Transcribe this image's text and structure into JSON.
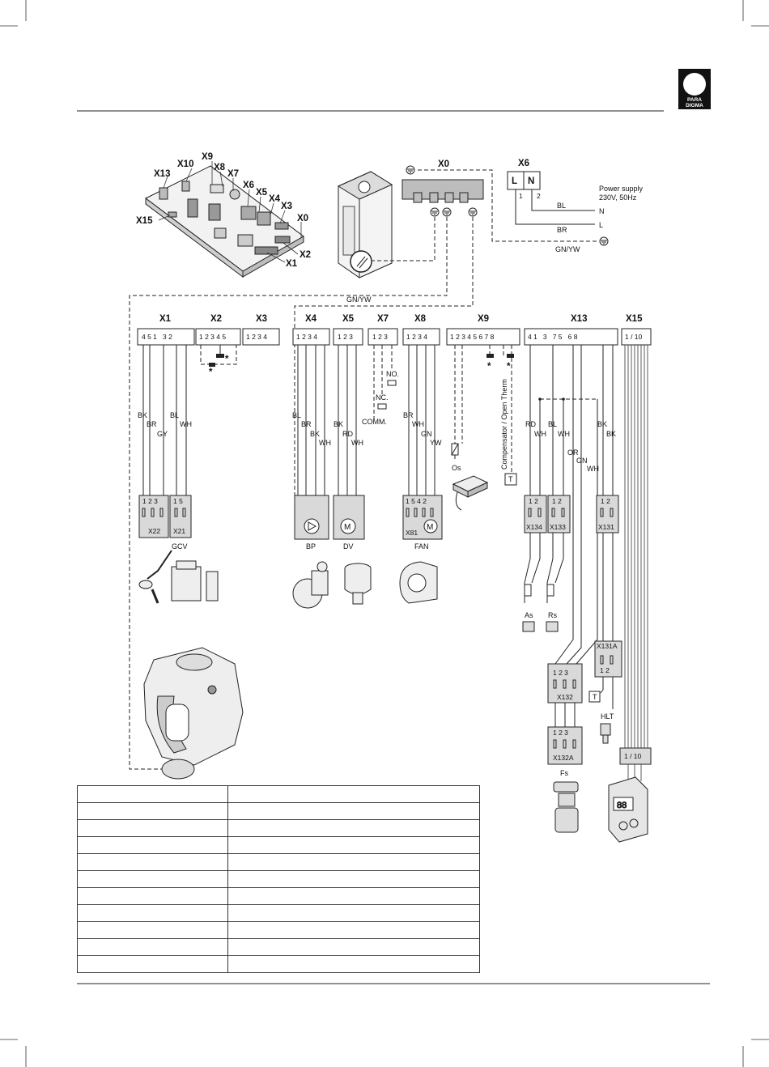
{
  "brand": {
    "logo_line1": "PARA",
    "logo_line2": "DIGMA"
  },
  "board": {
    "connectors": [
      "X13",
      "X10",
      "X9",
      "X8",
      "X7",
      "X6",
      "X5",
      "X4",
      "X3",
      "X0",
      "X15",
      "X2",
      "X1"
    ]
  },
  "earth": {
    "label_x0": "X0",
    "label_x6": "X6",
    "x6_l": "L",
    "x6_n": "N",
    "pin1": "1",
    "pin2": "2",
    "power_line1": "Power supply",
    "power_line2": "230V, 50Hz",
    "wire_bl": "BL",
    "wire_br": "BR",
    "term_n": "N",
    "term_l": "L",
    "wire_gnyw": "GN/YW",
    "bus_gnyw": "GN/YW"
  },
  "headers": [
    "X1",
    "X2",
    "X3",
    "X4",
    "X5",
    "X7",
    "X8",
    "X9",
    "X13",
    "X15"
  ],
  "pins": {
    "x1": "4 5 1   3 2",
    "x2": "1 2 3 4 5",
    "x3": "1 2 3 4",
    "x4": "1 2 3 4",
    "x5": "1 2 3",
    "x7": "1 2 3",
    "x8": "1 2 3 4",
    "x9": "1 2 3 4 5 6 7 8",
    "x13": "4 1   3   7 5   6 8",
    "x15": "1 / 10"
  },
  "wires": {
    "x1": [
      "BK",
      "BR",
      "GY",
      "BL",
      "WH"
    ],
    "x4": [
      "BL",
      "BR",
      "BK",
      "WH"
    ],
    "x5": [
      "BK",
      "RD",
      "WH"
    ],
    "x7": [
      "NO.",
      "NC.",
      "COMM."
    ],
    "x8": [
      "BR",
      "WH",
      "GN",
      "YW"
    ],
    "x13": [
      "RD",
      "WH",
      "BL",
      "WH",
      "BK",
      "BK",
      "OR",
      "GN",
      "WH"
    ],
    "x9_text": "Compensator / Open Therm",
    "star": "*"
  },
  "components": {
    "x22": {
      "pins": "1 2 3",
      "label": "X22"
    },
    "x21": {
      "pins": "1 5",
      "label": "X21"
    },
    "gcv": "GCV",
    "bp": "BP",
    "dv": "DV",
    "x81": {
      "pins": "1 5 4 2",
      "label": "X81"
    },
    "fan": "FAN",
    "os": "Os",
    "t": "T",
    "x134": {
      "pins": "1 2",
      "label": "X134"
    },
    "x133": {
      "pins": "1 2",
      "label": "X133"
    },
    "x131": {
      "pins": "1 2",
      "label": "X131"
    },
    "as": "As",
    "rs": "Rs",
    "x131a": {
      "pins": "1 2",
      "label": "X131A"
    },
    "x132": {
      "pins": "1 2 3",
      "label": "X132"
    },
    "x132a": {
      "pins": "1 2 3",
      "label": "X132A"
    },
    "hlt": "HLT",
    "hlt_t": "T",
    "fs": "Fs",
    "x15_bottom": "1 / 10",
    "display_digits": "88"
  },
  "legend_rows": [
    [
      "",
      ""
    ],
    [
      "",
      ""
    ],
    [
      "",
      ""
    ],
    [
      "",
      ""
    ],
    [
      "",
      ""
    ],
    [
      "",
      ""
    ],
    [
      "",
      ""
    ],
    [
      "",
      ""
    ],
    [
      "",
      ""
    ],
    [
      "",
      ""
    ],
    [
      "",
      ""
    ]
  ]
}
